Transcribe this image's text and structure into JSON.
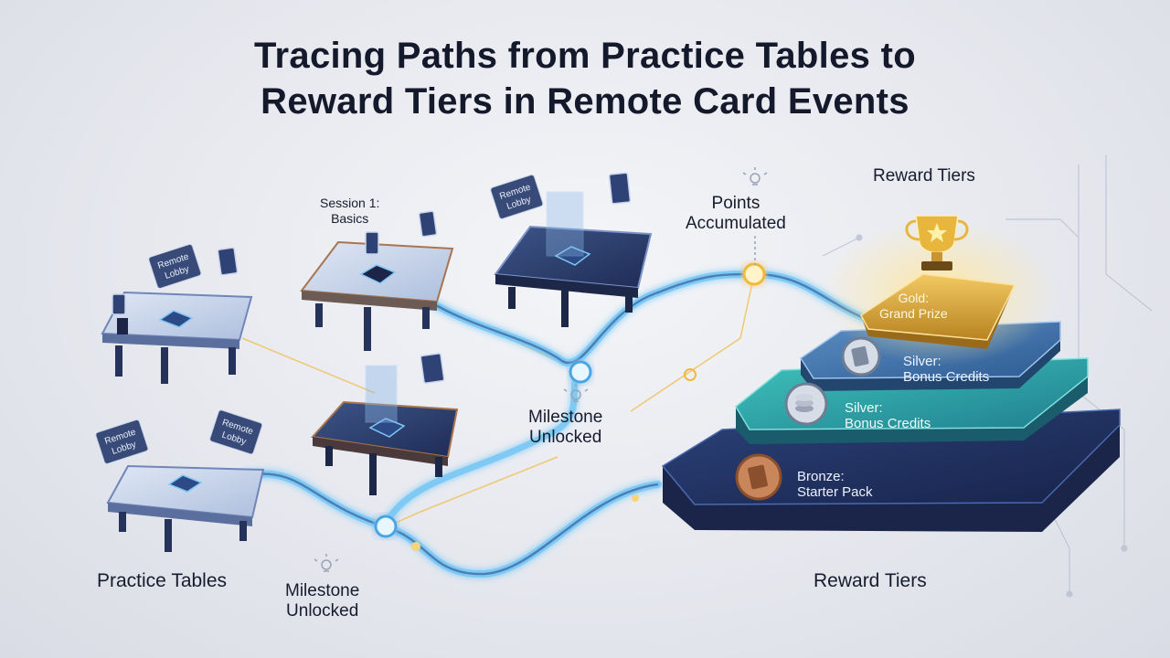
{
  "title": {
    "line1": "Tracing Paths from Practice Tables to",
    "line2": "Reward Tiers in Remote Card Events"
  },
  "labels": {
    "practice_tables": "Practice Tables",
    "reward_tiers_top": "Reward Tiers",
    "reward_tiers_bottom": "Reward Tiers",
    "points_line1": "Points",
    "points_line2": "Accumulated",
    "milestone_mid_line1": "Milestone",
    "milestone_mid_line2": "Unlocked",
    "milestone_bottom_line1": "Milestone",
    "milestone_bottom_line2": "Unlocked",
    "session_line1": "Session 1:",
    "session_line2": "Basics"
  },
  "signs": {
    "remote_lobby_line1": "Remote",
    "remote_lobby_line2": "Lobby"
  },
  "tiers": {
    "gold_line1": "Gold:",
    "gold_line2": "Grand Prize",
    "silver_upper_line1": "Silver:",
    "silver_upper_line2": "Bonus Credits",
    "silver_lower_line1": "Silver:",
    "silver_lower_line2": "Bonus Credits",
    "bronze_line1": "Bronze:",
    "bronze_line2": "Starter Pack"
  },
  "colors": {
    "path_glow": "#5ab8f0",
    "gold": "#d9a53a",
    "silver_tier": "#3f78b0",
    "teal_tier": "#2aa8a6",
    "bronze_tier": "#23355f"
  },
  "icons": [
    "trophy-icon",
    "card-icon",
    "coin-stack-icon",
    "bulb-icon",
    "trophy-star-icon"
  ]
}
